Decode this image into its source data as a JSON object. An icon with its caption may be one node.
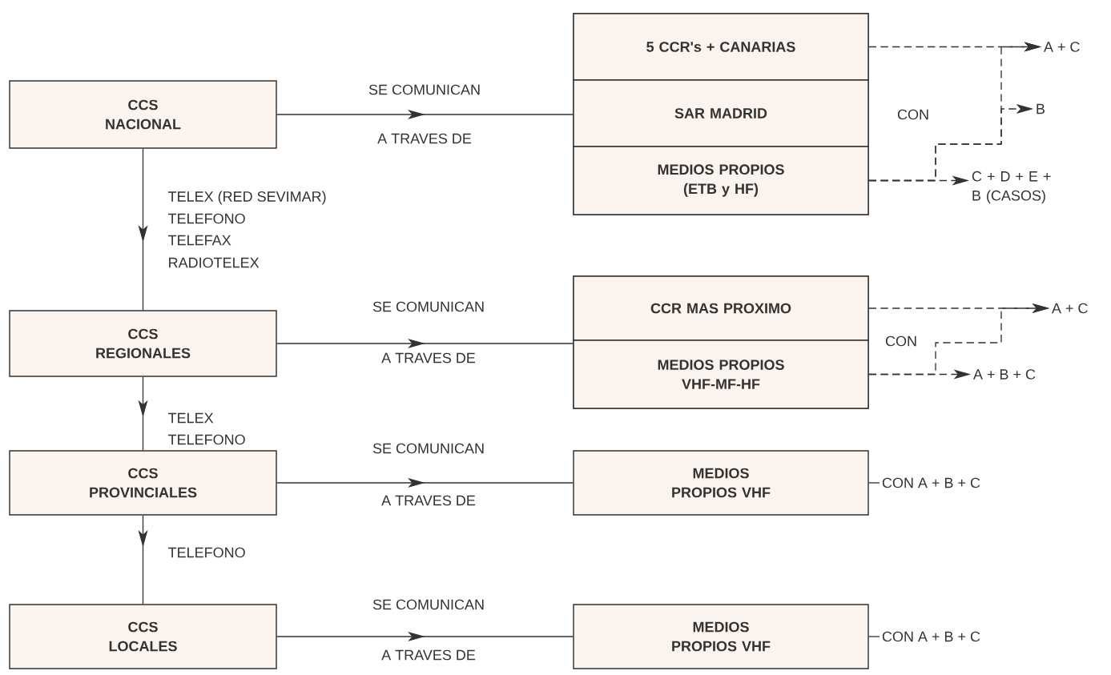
{
  "diagram": {
    "nodes": [
      {
        "text": [
          "CCS NACIONAL"
        ]
      },
      {
        "text": [],
        "shape": "box"
      },
      {
        "text": [
          "5 CCR's + CANARIAS"
        ],
        "in": 1
      },
      {
        "text": [
          "SAR MADRID"
        ],
        "in": 1
      },
      {
        "text": [
          "MEDIOS PROPIOS (ETB y HF)"
        ],
        "in": 1
      },
      {
        "text": [
          "A + C"
        ]
      },
      {
        "text": [
          "B"
        ]
      },
      {
        "text": [
          "C + D + E + B (CASOS)"
        ]
      },
      {
        "text": [
          "CCS REGIONALES"
        ]
      },
      {
        "text": [],
        "shape": "box"
      },
      {
        "text": [
          "CCR MAS PROXIMO"
        ],
        "in": 9
      },
      {
        "text": [
          "MEDIOS PROPIOS VHF-MF-HF"
        ],
        "in": 9
      },
      {
        "text": [
          "A + C"
        ]
      },
      {
        "text": [
          "A + B + C"
        ]
      },
      {
        "text": [
          "CCS PROVINCIALES"
        ]
      },
      {
        "text": [
          "MEDIOS PROPIOS VHF"
        ]
      },
      {
        "text": [
          "CCS LOCALES"
        ]
      },
      {
        "text": [
          "MEDIOS PROPIOS VHF"
        ]
      },
      {
        "text": [
          "CON A + B + C"
        ]
      },
      {
        "text": [
          "CON A + B + C"
        ]
      }
    ],
    "edges": [
      {
        "from": 0,
        "to": 1,
        "arrow": "to",
        "label": "SE COMUNICAN"
      },
      {
        "from": 2,
        "to": 5,
        "arrow": "to",
        "style": "dashed"
      },
      {
        "from": 4,
        "to": 7,
        "arrow": "to",
        "style": "dashed"
      },
      {
        "from": 4,
        "to": 6,
        "arrow": "to",
        "style": "dashed"
      },
      {
        "from": 4,
        "to": 5,
        "arrow": "to",
        "style": "dashed"
      },
      {
        "from": 0,
        "to": 8,
        "arrow": "to"
      },
      {
        "from": 8,
        "to": 9,
        "arrow": "to",
        "label": "SE COMUNICAN"
      },
      {
        "from": 10,
        "to": 12,
        "arrow": "to",
        "style": "dashed"
      },
      {
        "from": 11,
        "to": 13,
        "arrow": "to",
        "style": "dashed"
      },
      {
        "from": 11,
        "to": 12,
        "arrow": "to",
        "style": "dashed"
      },
      {
        "from": 8,
        "to": 14,
        "arrow": "to"
      },
      {
        "from": 14,
        "to": 15,
        "arrow": "to",
        "label": "SE COMUNICAN"
      },
      {
        "from": 14,
        "to": 16,
        "arrow": "to"
      },
      {
        "from": 16,
        "to": 17,
        "arrow": "to",
        "label": "SE COMUNICAN"
      },
      {
        "from": 15,
        "to": 18,
        "arrow": "none"
      },
      {
        "from": 17,
        "to": 19,
        "arrow": "none"
      }
    ],
    "labels": [
      "A TRAVES DE",
      "CON",
      "TELEX (RED SEVIMAR)",
      "TELEFONO",
      "TELEFAX",
      "RADIOTELEX",
      "A TRAVES DE",
      "CON",
      "TELEX",
      "TELEFONO",
      "A TRAVES DE",
      "TELEFONO",
      "A TRAVES DE"
    ]
  }
}
